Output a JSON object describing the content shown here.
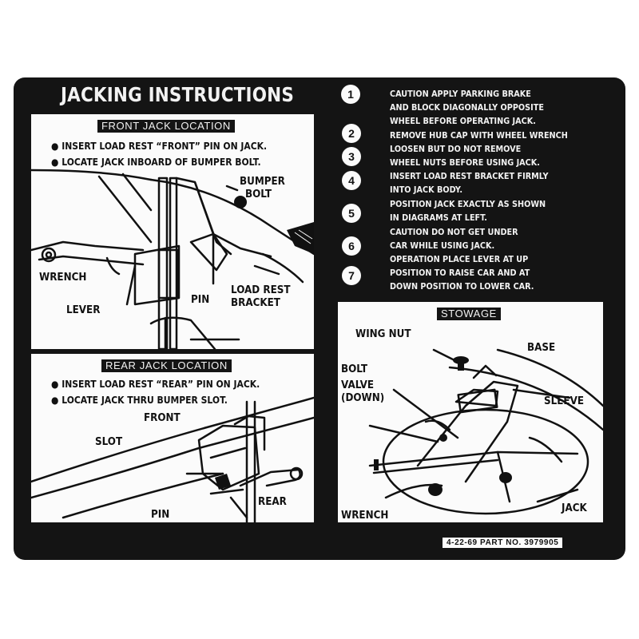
{
  "title": "JACKING INSTRUCTIONS",
  "front_jack": {
    "header": "FRONT JACK LOCATION",
    "bullets": [
      "INSERT LOAD REST “FRONT” PIN ON JACK.",
      "LOCATE JACK INBOARD OF BUMPER BOLT."
    ],
    "labels": {
      "bumper": "BUMPER",
      "bolt": "BOLT",
      "wrench": "WRENCH",
      "lever": "LEVER",
      "pin": "PIN",
      "load_rest": "LOAD REST",
      "bracket": "BRACKET"
    }
  },
  "rear_jack": {
    "header": "REAR JACK LOCATION",
    "bullets": [
      "INSERT LOAD REST “REAR” PIN ON JACK.",
      "LOCATE JACK THRU BUMPER SLOT."
    ],
    "labels": {
      "front": "FRONT",
      "slot": "SLOT",
      "pin": "PIN",
      "rear": "REAR"
    }
  },
  "steps": [
    {
      "number": "1",
      "lines": [
        "CAUTION APPLY PARKING BRAKE",
        "AND BLOCK DIAGONALLY OPPOSITE",
        "WHEEL BEFORE OPERATING JACK."
      ]
    },
    {
      "number": "2",
      "lines": [
        "REMOVE HUB CAP WITH WHEEL WRENCH"
      ]
    },
    {
      "number": "3",
      "lines": [
        "LOOSEN BUT DO NOT REMOVE",
        "WHEEL NUTS BEFORE USING JACK."
      ]
    },
    {
      "number": "4",
      "lines": [
        "INSERT LOAD REST BRACKET FIRMLY",
        "INTO JACK BODY."
      ]
    },
    {
      "number": "5",
      "lines": [
        "POSITION JACK EXACTLY AS SHOWN",
        "IN DIAGRAMS AT LEFT."
      ]
    },
    {
      "number": "6",
      "lines": [
        "CAUTION DO NOT GET UNDER",
        "CAR WHILE USING JACK."
      ]
    },
    {
      "number": "7",
      "lines": [
        "OPERATION PLACE LEVER AT UP",
        "POSITION TO RAISE CAR AND AT",
        "DOWN POSITION TO LOWER CAR."
      ]
    }
  ],
  "stowage": {
    "header": "STOWAGE",
    "labels": {
      "wing_nut": "WING NUT",
      "base": "BASE",
      "bolt": "BOLT",
      "valve": "VALVE",
      "valve_down": "(DOWN)",
      "sleeve": "SLEEVE",
      "wrench": "WRENCH",
      "jack": "JACK"
    }
  },
  "part_number": "4-22-69 PART NO. 3979905",
  "colors": {
    "decal": "#141414",
    "panel": "#fbfbfb",
    "ink": "#111111"
  }
}
